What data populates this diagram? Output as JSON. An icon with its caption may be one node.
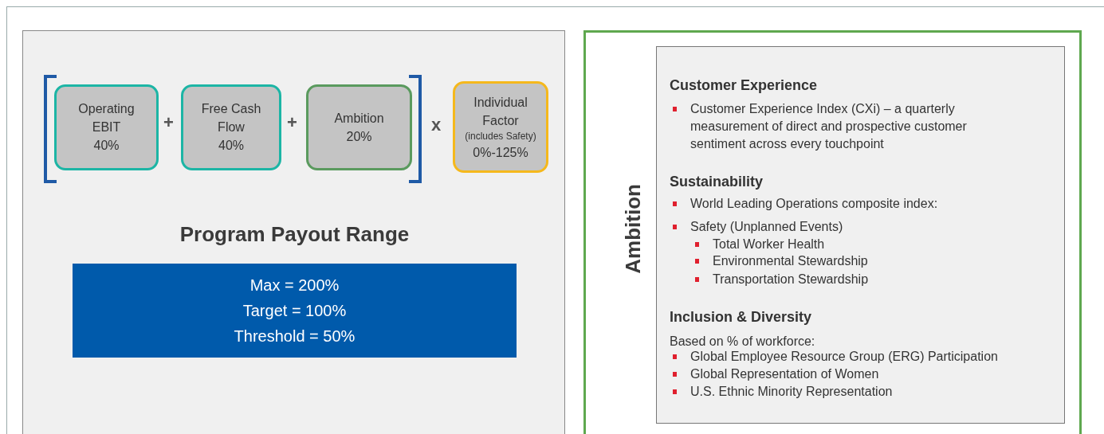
{
  "diagram": {
    "nodes": [
      {
        "text": [
          "Program Payout Range"
        ]
      },
      {
        "text": [
          "Operating EBIT",
          "40%"
        ],
        "in": 0
      },
      {
        "text": [
          "Free Cash Flow",
          "40%"
        ],
        "in": 0
      },
      {
        "text": [
          "Ambition",
          "20%"
        ],
        "in": 0
      },
      {
        "text": [
          "Individual Factor",
          "(includes Safety)",
          "0%-125%"
        ],
        "in": 0
      },
      {
        "text": [
          "Max = 200%",
          "Target = 100%",
          "Threshold = 50%"
        ],
        "in": 0
      },
      {
        "text": [
          "Ambition"
        ]
      },
      {
        "text": [
          "Customer Experience",
          "Customer Experience Index (CXi) – a quarterly measurement of direct and prospective customer sentiment across every touchpoint",
          "Sustainability",
          "World Leading Operations composite index:",
          "Safety (Unplanned Events)",
          "Total Worker Health",
          "Environmental Stewardship",
          "Transportation Stewardship",
          "Inclusion & Diversity",
          "Based on % of workforce:",
          "Global Employee Resource Group (ERG) Participation",
          "Global Representation of Women",
          "U.S. Ethnic Minority Representation"
        ],
        "in": 6
      }
    ],
    "labels": [
      "+",
      "+",
      "x"
    ]
  }
}
